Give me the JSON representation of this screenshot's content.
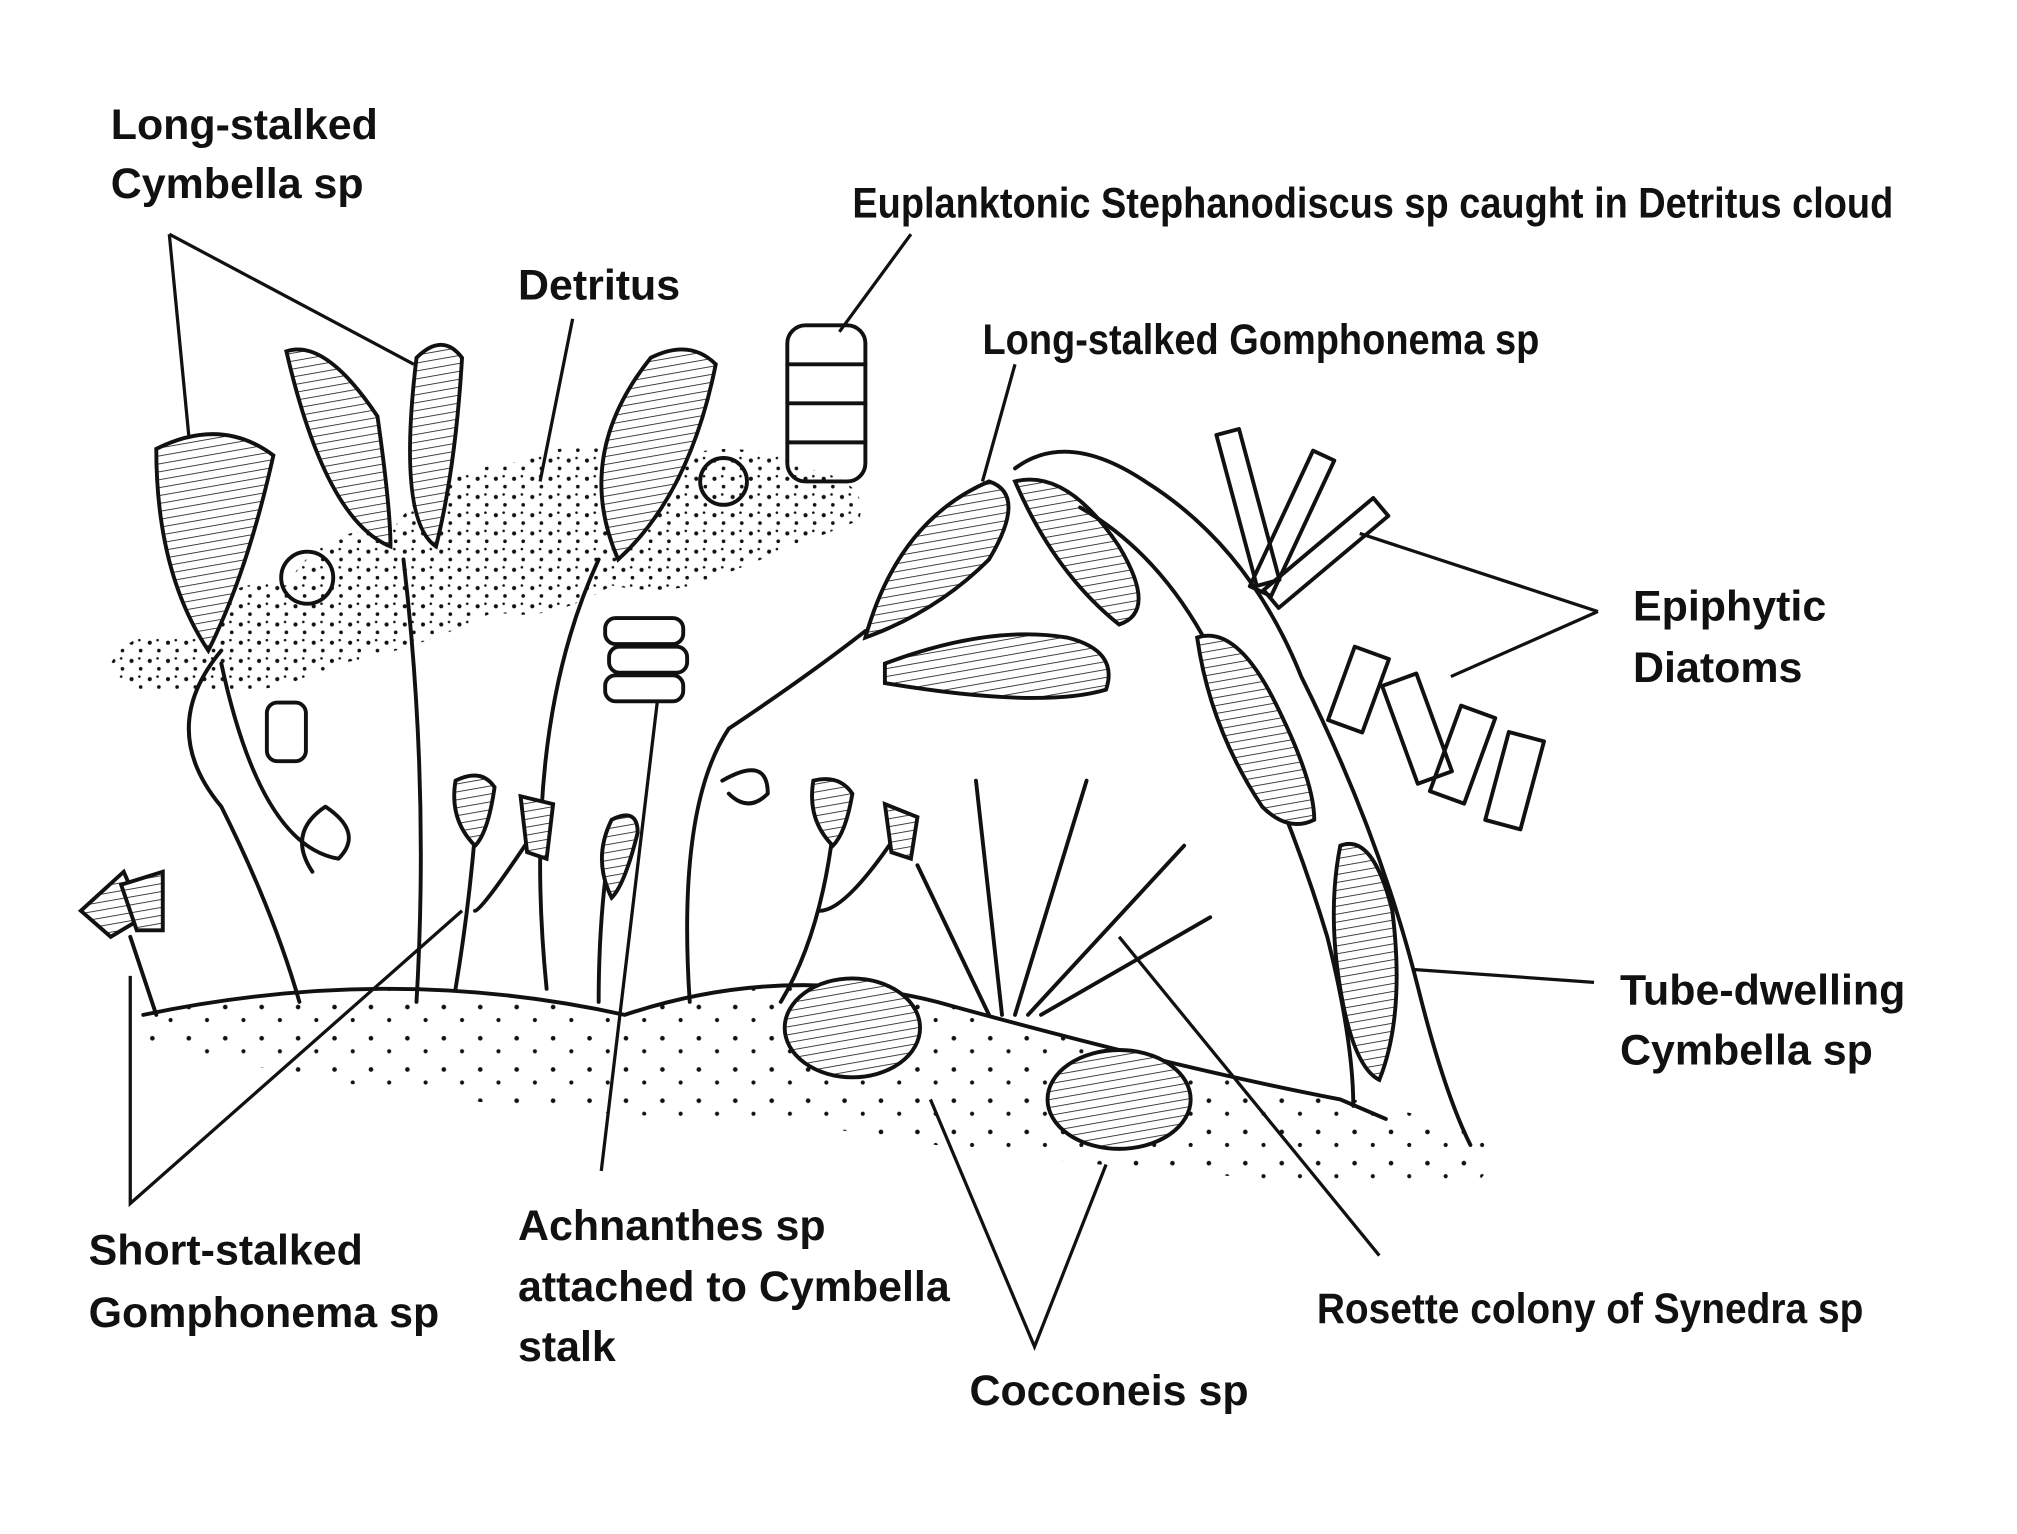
{
  "title": "Diatom community on a substrate",
  "labels": {
    "long_stalked_cymbella": [
      "Long-stalked",
      "Cymbella sp"
    ],
    "detritus": "Detritus",
    "stephanodiscus": "Euplanktonic Stephanodiscus sp caught in Detritus cloud",
    "long_stalked_gomphonema": "Long-stalked Gomphonema sp",
    "epiphytic": [
      "Epiphytic",
      "Diatoms"
    ],
    "tube_dwelling": [
      "Tube-dwelling",
      "Cymbella sp"
    ],
    "short_stalked_gomphonema": [
      "Short-stalked",
      "Gomphonema sp"
    ],
    "achnanthes": [
      "Achnanthes sp",
      "attached to Cymbella",
      "stalk"
    ],
    "cocconeis": "Cocconeis sp",
    "rosette": "Rosette colony of Synedra sp"
  }
}
